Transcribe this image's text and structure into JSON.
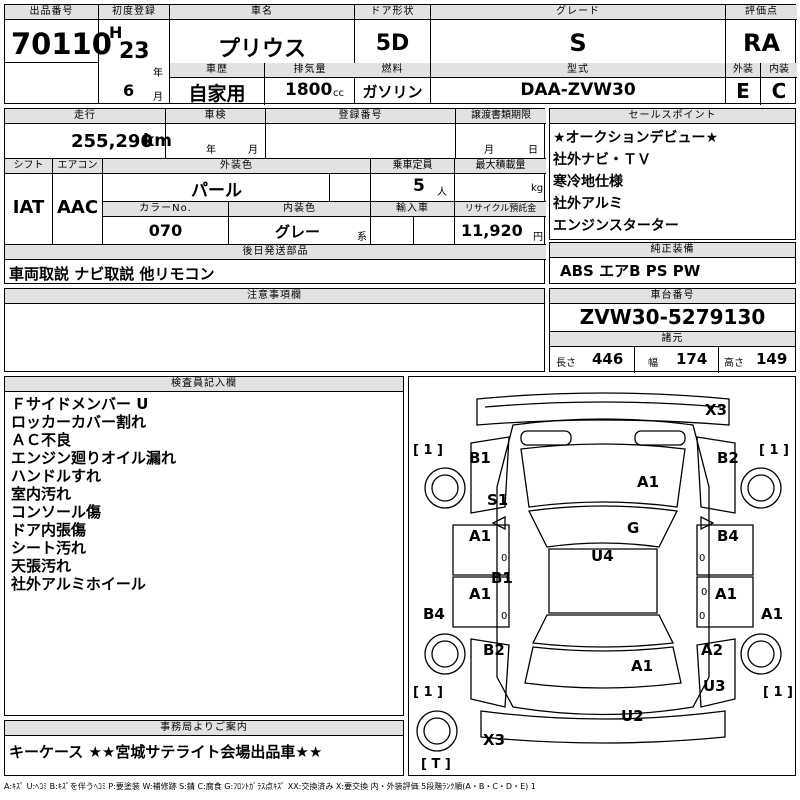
{
  "header": {
    "lot_no_label": "出品番号",
    "lot_no": "70110",
    "first_reg_label": "初度登録",
    "era": "H",
    "year": "23",
    "year_unit": "年",
    "month": "6",
    "month_unit": "月",
    "car_name_label": "車名",
    "car_name": "プリウス",
    "history_label": "車歴",
    "history": "自家用",
    "displacement_label": "排気量",
    "displacement": "1800",
    "displacement_unit": "cc",
    "door_label": "ドア形状",
    "door": "5D",
    "fuel_label": "燃料",
    "fuel": "ガソリン",
    "grade_label": "グレード",
    "grade": "S",
    "model_label": "型式",
    "model": "DAA-ZVW30",
    "rating_label": "評価点",
    "rating": "RA",
    "exterior_label": "外装",
    "exterior": "E",
    "interior_label": "内装",
    "interior": "C"
  },
  "row2": {
    "mileage_label": "走行",
    "mileage": "255,290",
    "mileage_unit": "km",
    "inspection_label": "車検",
    "inspection_year_unit": "年",
    "inspection_month_unit": "月",
    "reg_no_label": "登録番号",
    "transfer_label": "譲渡書類期限",
    "transfer_month_unit": "月",
    "transfer_day_unit": "日",
    "shift_label": "シフト",
    "shift": "IAT",
    "ac_label": "エアコン",
    "ac": "AAC",
    "ext_color_label": "外装色",
    "ext_color": "パール",
    "capacity_label": "乗車定員",
    "capacity": "5",
    "capacity_unit": "人",
    "max_load_label": "最大積載量",
    "max_load_unit": "kg",
    "color_no_label": "カラーNo.",
    "color_no": "070",
    "int_color_label": "内装色",
    "int_color": "グレー",
    "int_color_unit": "系",
    "import_label": "輸入車",
    "recycle_label": "リサイクル預託金",
    "recycle": "11,920",
    "recycle_unit": "円"
  },
  "later_parts": {
    "label": "後日発送部品",
    "value": "車両取説 ナビ取説 他リモコン"
  },
  "selling_points": {
    "label": "セールスポイント",
    "items": [
      "★オークションデビュー★",
      "社外ナビ・ＴＶ",
      "寒冷地仕様",
      "社外アルミ",
      "エンジンスターター"
    ]
  },
  "genuine": {
    "label": "純正装備",
    "value": "ABS エアB PS PW"
  },
  "notes": {
    "label": "注意事項欄",
    "value": ""
  },
  "chassis": {
    "label": "車台番号",
    "value": "ZVW30-5279130",
    "spec_label": "諸元",
    "length_label": "長さ",
    "length": "446",
    "width_label": "幅",
    "width": "174",
    "height_label": "高さ",
    "height": "149"
  },
  "inspector": {
    "label": "検査員記入欄",
    "lines": [
      "Ｆサイドメンバー U",
      "ロッカーカバー割れ",
      "ＡＣ不良",
      "エンジン廻りオイル漏れ",
      "ハンドルすれ",
      "室内汚れ",
      "コンソール傷",
      "ドア内張傷",
      "シート汚れ",
      "天張汚れ",
      "社外アルミホイール"
    ]
  },
  "diagram": {
    "marks": {
      "x3_top": "X3",
      "b1_front_left": "B1",
      "b2_front_right": "B2",
      "a1_hood": "A1",
      "s1": "S1",
      "g": "G",
      "a1_fl_door": "A1",
      "b4_fr_door": "B4",
      "u4": "U4",
      "b1_center": "B1",
      "a1_rl_door": "A1",
      "a1_rr_door": "A1",
      "b4_left_side": "B4",
      "a1_right_side": "A1",
      "b2_rear_left": "B2",
      "a2_rear_right": "A2",
      "a1_trunk": "A1",
      "u3": "U3",
      "u2": "U2",
      "x3_bottom": "X3"
    },
    "tire_labels": {
      "fl": "[ 1 ]",
      "fr": "[ 1 ]",
      "rl": "[ 1 ]",
      "rr": "[ 1 ]",
      "spare": "[ T ]"
    },
    "small_zeros": [
      "0",
      "0",
      "0",
      "0",
      "0"
    ]
  },
  "office": {
    "label": "事務局よりご案内",
    "value": "キーケース ★★宮城サテライト会場出品車★★"
  },
  "legend": "A:ｷｽﾞ U:ﾍｺﾐ B:ｷｽﾞを伴うﾍｺﾐ P:要塗装 W:補修跡 S:錆 C:腐食 G:ﾌﾛﾝﾄｶﾞﾗｽ点ｷｽﾞ XX:交換済み X:要交換 内・外装評価 5段階ﾗﾝｸ順(A・B・C・D・E) 1"
}
